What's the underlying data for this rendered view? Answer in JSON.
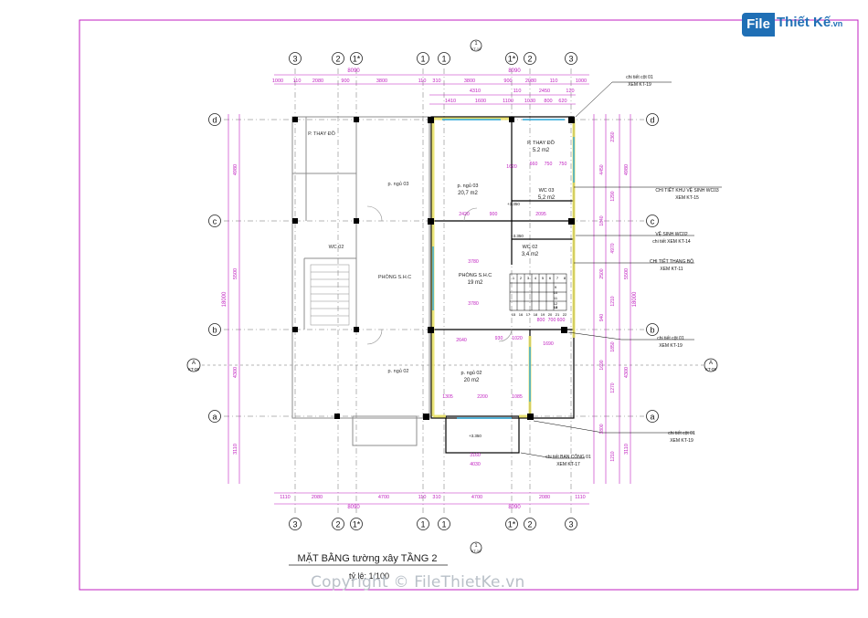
{
  "watermark": {
    "logo_file": "File",
    "logo_name": "Thiết Kế",
    "logo_domain": ".vn",
    "copyright": "Copyright © FileThietKe.vn"
  },
  "plan": {
    "title": "MẶT BẰNG tường xây TẦNG 2",
    "scale": "tỷ lệ: 1/100",
    "section_mark_letter": "A",
    "section_mark_sheet": "KT-09",
    "elevation_mark_sheet": "KT-10",
    "elevation_mark_number": "1",
    "elevation_label": "+3.350",
    "grid_columns_top": [
      "3",
      "2",
      "1*",
      "1",
      "1",
      "1*",
      "2",
      "3"
    ],
    "grid_columns_bottom": [
      "3",
      "2",
      "1*",
      "1",
      "1",
      "1*",
      "2",
      "3"
    ],
    "grid_rows_left": [
      "d",
      "c",
      "b",
      "a"
    ],
    "grid_rows_right": [
      "d",
      "c",
      "b",
      "a"
    ],
    "top_total_left": "8090",
    "top_total_right": "8090",
    "top_dims_row1": [
      "1000",
      "110",
      "2080",
      "900",
      "3800",
      "110",
      "310",
      "3800",
      "900",
      "2080",
      "110",
      "1000"
    ],
    "top_dims_row2": [
      "4310",
      "110",
      "2450",
      "120"
    ],
    "top_dims_row3": [
      "1410",
      "1600",
      "1100",
      "1030",
      "800",
      "620"
    ],
    "bottom_dims": [
      "1110",
      "2080",
      "4700",
      "110",
      "310",
      "4700",
      "2080",
      "1110"
    ],
    "bottom_total_left": "8090",
    "bottom_total_right": "8090",
    "left_dims_outer": [
      "4980",
      "5500",
      "4300",
      "3110"
    ],
    "left_dims_overall": "18000",
    "right_dims_outer": [
      "4980",
      "5500",
      "4300",
      "3110"
    ],
    "right_dims_overall": "18000",
    "right_dims_inner": [
      "2360",
      "4450",
      "1290",
      "1840",
      "4970",
      "2500",
      "1210",
      "940",
      "1850",
      "1690",
      "1270",
      "1800",
      "1210"
    ],
    "rooms": [
      {
        "name": "P. THAY ĐỒ",
        "area": ""
      },
      {
        "name": "P. THAY ĐỒ",
        "area": "5.2 m2"
      },
      {
        "name": "p. ngủ 03",
        "area": ""
      },
      {
        "name": "p. ngủ 03",
        "area": "20,7 m2"
      },
      {
        "name": "WC 03",
        "area": "5,2 m2"
      },
      {
        "name": "WC 02",
        "area": ""
      },
      {
        "name": "WC 02",
        "area": "3,4 m2"
      },
      {
        "name": "PHÒNG S.H.C",
        "area": ""
      },
      {
        "name": "PHÒNG S.H.C",
        "area": "19 m2"
      },
      {
        "name": "p. ngủ 02",
        "area": ""
      },
      {
        "name": "p. ngủ 02",
        "area": "20 m2"
      }
    ],
    "inner_dims": [
      "2420",
      "3780",
      "3780",
      "2640",
      "1305",
      "2200",
      "1085",
      "3160",
      "4030",
      "1690",
      "660",
      "750",
      "750",
      "2095",
      "1620",
      "900",
      "930",
      "1020",
      "800",
      "700",
      "600"
    ],
    "stair_steps": [
      "1",
      "2",
      "3",
      "4",
      "5",
      "6",
      "7",
      "8",
      "9",
      "10",
      "11",
      "12",
      "13",
      "14",
      "15",
      "16",
      "17",
      "18",
      "19",
      "20",
      "21",
      "22"
    ],
    "callouts": [
      {
        "line1": "chi tiết cột 01",
        "line2": "XEM KT-19"
      },
      {
        "line1": "CHI TIẾT KHU VỆ SINH WC03",
        "line2": "XEM KT-15"
      },
      {
        "line1": "VỆ SINH WC02",
        "line2": "chi tiết XEM KT-14"
      },
      {
        "line1": "CHI TIẾT THANG BỘ",
        "line2": "XEM KT-11"
      },
      {
        "line1": "chi tiết cột 01",
        "line2": "XEM KT-19"
      },
      {
        "line1": "chi tiết cột 01",
        "line2": "XEM KT-19"
      },
      {
        "line1": "chi tiết BAN CÔNG 01",
        "line2": "XEM KT-17"
      }
    ],
    "colors": {
      "border": "#c01fc0",
      "dimension": "#c01fc0",
      "grid": "#4a4a4a",
      "wall": "#000000",
      "highlight": "#e8e060",
      "window": "#2aa6d6",
      "wall_light": "#8c8c8c"
    }
  }
}
